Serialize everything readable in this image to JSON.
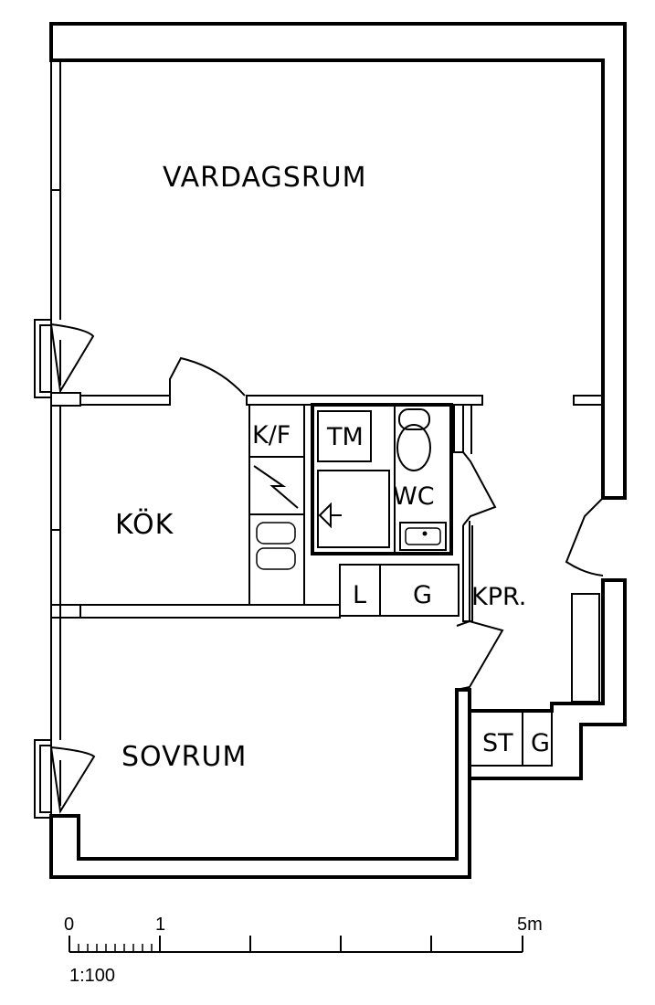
{
  "rooms": {
    "living_room": "VARDAGSRUM",
    "kitchen": "KÖK",
    "bedroom": "SOVRUM"
  },
  "fixtures": {
    "fridge_freezer": "K/F",
    "dryer": "TM",
    "toilet_room": "WC",
    "linen_closet": "L",
    "wardrobe": "G",
    "coat_closet": "KPR.",
    "storage": "ST",
    "wardrobe_2": "G"
  },
  "scale": {
    "tick_zero": "0",
    "tick_one": "1",
    "tick_five": "5m",
    "ratio": "1:100"
  }
}
